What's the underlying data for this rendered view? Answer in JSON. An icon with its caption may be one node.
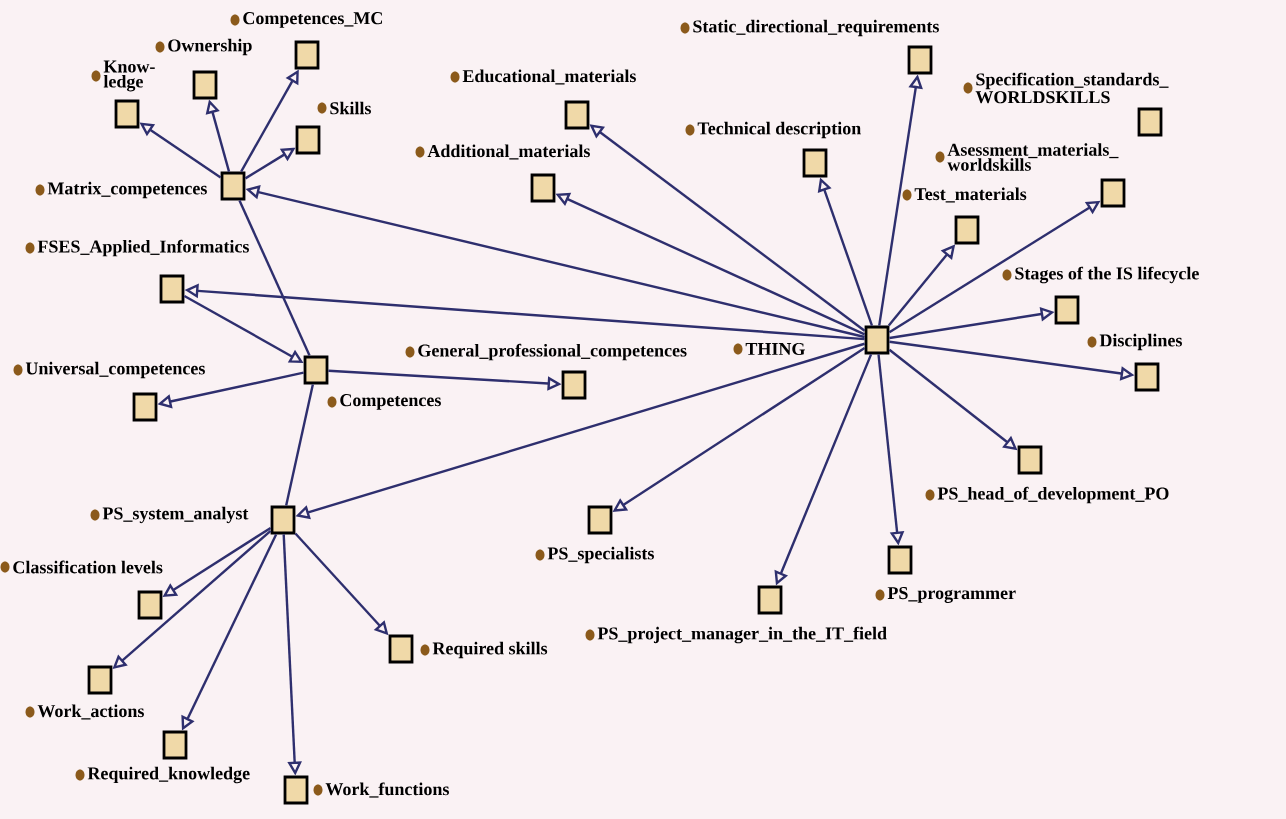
{
  "diagram": {
    "nodes": [
      {
        "text": [
          "Competences_MC"
        ]
      },
      {
        "text": [
          "Ownership"
        ]
      },
      {
        "text": [
          "Know- ledge"
        ]
      },
      {
        "text": [
          "Skills"
        ]
      },
      {
        "text": [
          "Matrix_competences"
        ]
      },
      {
        "text": [
          "Educational_materials"
        ]
      },
      {
        "text": [
          "Static_directional_requirements"
        ]
      },
      {
        "text": [
          "Technical description"
        ]
      },
      {
        "text": [
          "Specification_standards_ WORLDSKILLS"
        ]
      },
      {
        "text": [
          "Additional_materials"
        ]
      },
      {
        "text": [
          "Asessment_materials_ worldskills"
        ]
      },
      {
        "text": [
          "Test_materials"
        ]
      },
      {
        "text": [
          "FSES_Applied_Informatics"
        ]
      },
      {
        "text": [
          "THING"
        ]
      },
      {
        "text": [
          "Stages of the IS lifecycle"
        ]
      },
      {
        "text": [
          "Competences"
        ]
      },
      {
        "text": [
          "Disciplines"
        ]
      },
      {
        "text": [
          "General_professional_competences"
        ]
      },
      {
        "text": [
          "Universal_competences"
        ]
      },
      {
        "text": [
          "PS_head_of_development_PO"
        ]
      },
      {
        "text": [
          "PS_system_analyst"
        ]
      },
      {
        "text": [
          "PS_project_manager_in_the_IT_field"
        ]
      },
      {
        "text": [
          "PS_specialists"
        ]
      },
      {
        "text": [
          "Classification levels"
        ]
      },
      {
        "text": [
          "PS_programmer"
        ]
      },
      {
        "text": [
          "Required skills"
        ]
      },
      {
        "text": [
          "Work_actions"
        ]
      },
      {
        "text": [
          "Required_knowledge"
        ]
      },
      {
        "text": [
          "Work_functions"
        ]
      }
    ],
    "edges": [
      {
        "from": 4,
        "to": 0,
        "arrow": "to"
      },
      {
        "from": 4,
        "to": 1,
        "arrow": "to"
      },
      {
        "from": 4,
        "to": 2,
        "arrow": "to"
      },
      {
        "from": 4,
        "to": 3,
        "arrow": "to"
      },
      {
        "from": 13,
        "to": 5,
        "arrow": "to"
      },
      {
        "from": 13,
        "to": 6,
        "arrow": "to"
      },
      {
        "from": 13,
        "to": 7,
        "arrow": "to"
      },
      {
        "from": 13,
        "to": 9,
        "arrow": "to"
      },
      {
        "from": 13,
        "to": 4,
        "arrow": "to"
      },
      {
        "from": 13,
        "to": 12,
        "arrow": "to"
      },
      {
        "from": 13,
        "to": 11,
        "arrow": "to"
      },
      {
        "from": 13,
        "to": 10,
        "arrow": "to"
      },
      {
        "from": 13,
        "to": 14,
        "arrow": "to"
      },
      {
        "from": 13,
        "to": 16,
        "arrow": "to"
      },
      {
        "from": 13,
        "to": 19,
        "arrow": "to"
      },
      {
        "from": 13,
        "to": 24,
        "arrow": "to"
      },
      {
        "from": 13,
        "to": 21,
        "arrow": "to"
      },
      {
        "from": 13,
        "to": 22,
        "arrow": "to"
      },
      {
        "from": 13,
        "to": 20,
        "arrow": "to"
      },
      {
        "from": 4,
        "to": 15,
        "arrow": "none"
      },
      {
        "from": 12,
        "to": 15,
        "arrow": "to"
      },
      {
        "from": 15,
        "to": 17,
        "arrow": "to"
      },
      {
        "from": 15,
        "to": 18,
        "arrow": "to"
      },
      {
        "from": 15,
        "to": 20,
        "arrow": "none"
      },
      {
        "from": 20,
        "to": 23,
        "arrow": "to"
      },
      {
        "from": 20,
        "to": 26,
        "arrow": "to"
      },
      {
        "from": 20,
        "to": 27,
        "arrow": "to"
      },
      {
        "from": 20,
        "to": 28,
        "arrow": "to"
      },
      {
        "from": 20,
        "to": 25,
        "arrow": "to"
      }
    ]
  }
}
